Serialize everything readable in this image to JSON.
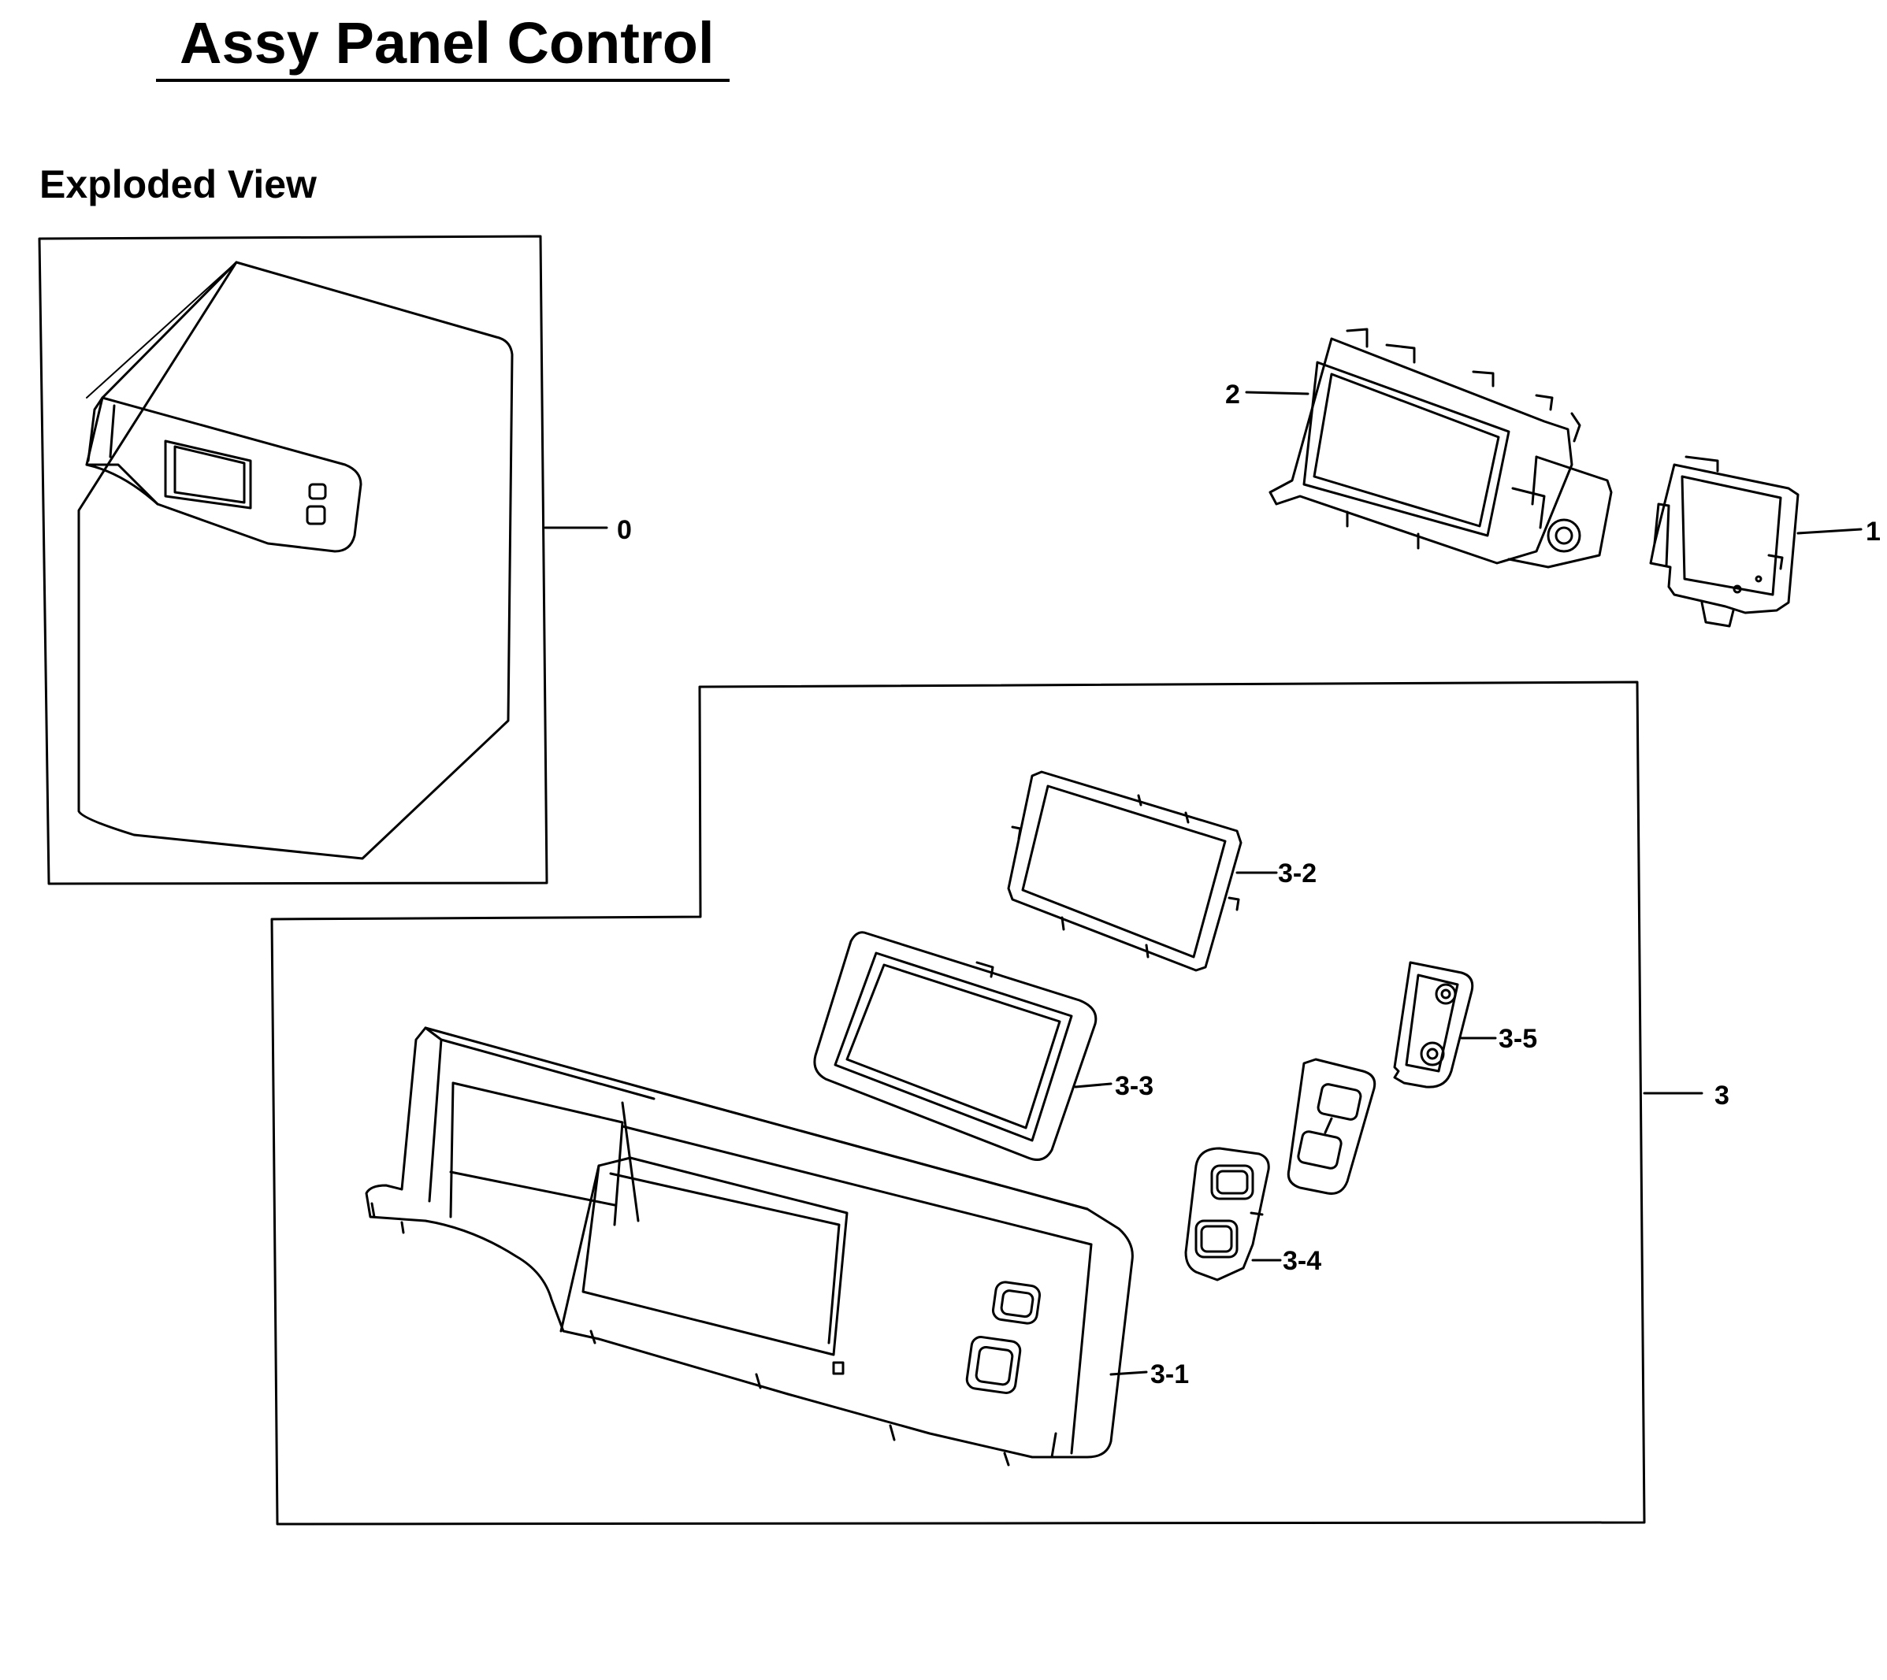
{
  "title": "Assy Panel Control",
  "subtitle": "Exploded View",
  "parts": {
    "p0": "0",
    "p1": "1",
    "p2": "2",
    "p3": "3",
    "p3_1": "3-1",
    "p3_2": "3-2",
    "p3_3": "3-3",
    "p3_4": "3-4",
    "p3_5": "3-5"
  }
}
